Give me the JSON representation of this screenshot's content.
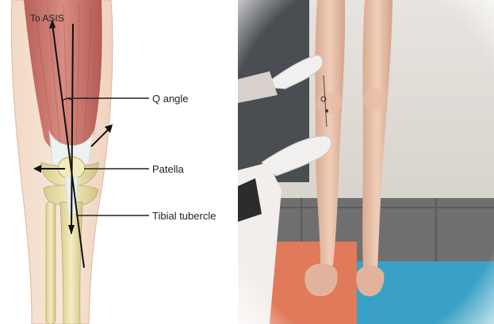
{
  "diagram": {
    "labels": {
      "to_asis": "To ASIS",
      "q_angle": "Q angle",
      "patella": "Patella",
      "tibial_tubercle": "Tibial tubercle"
    }
  },
  "photo": {}
}
